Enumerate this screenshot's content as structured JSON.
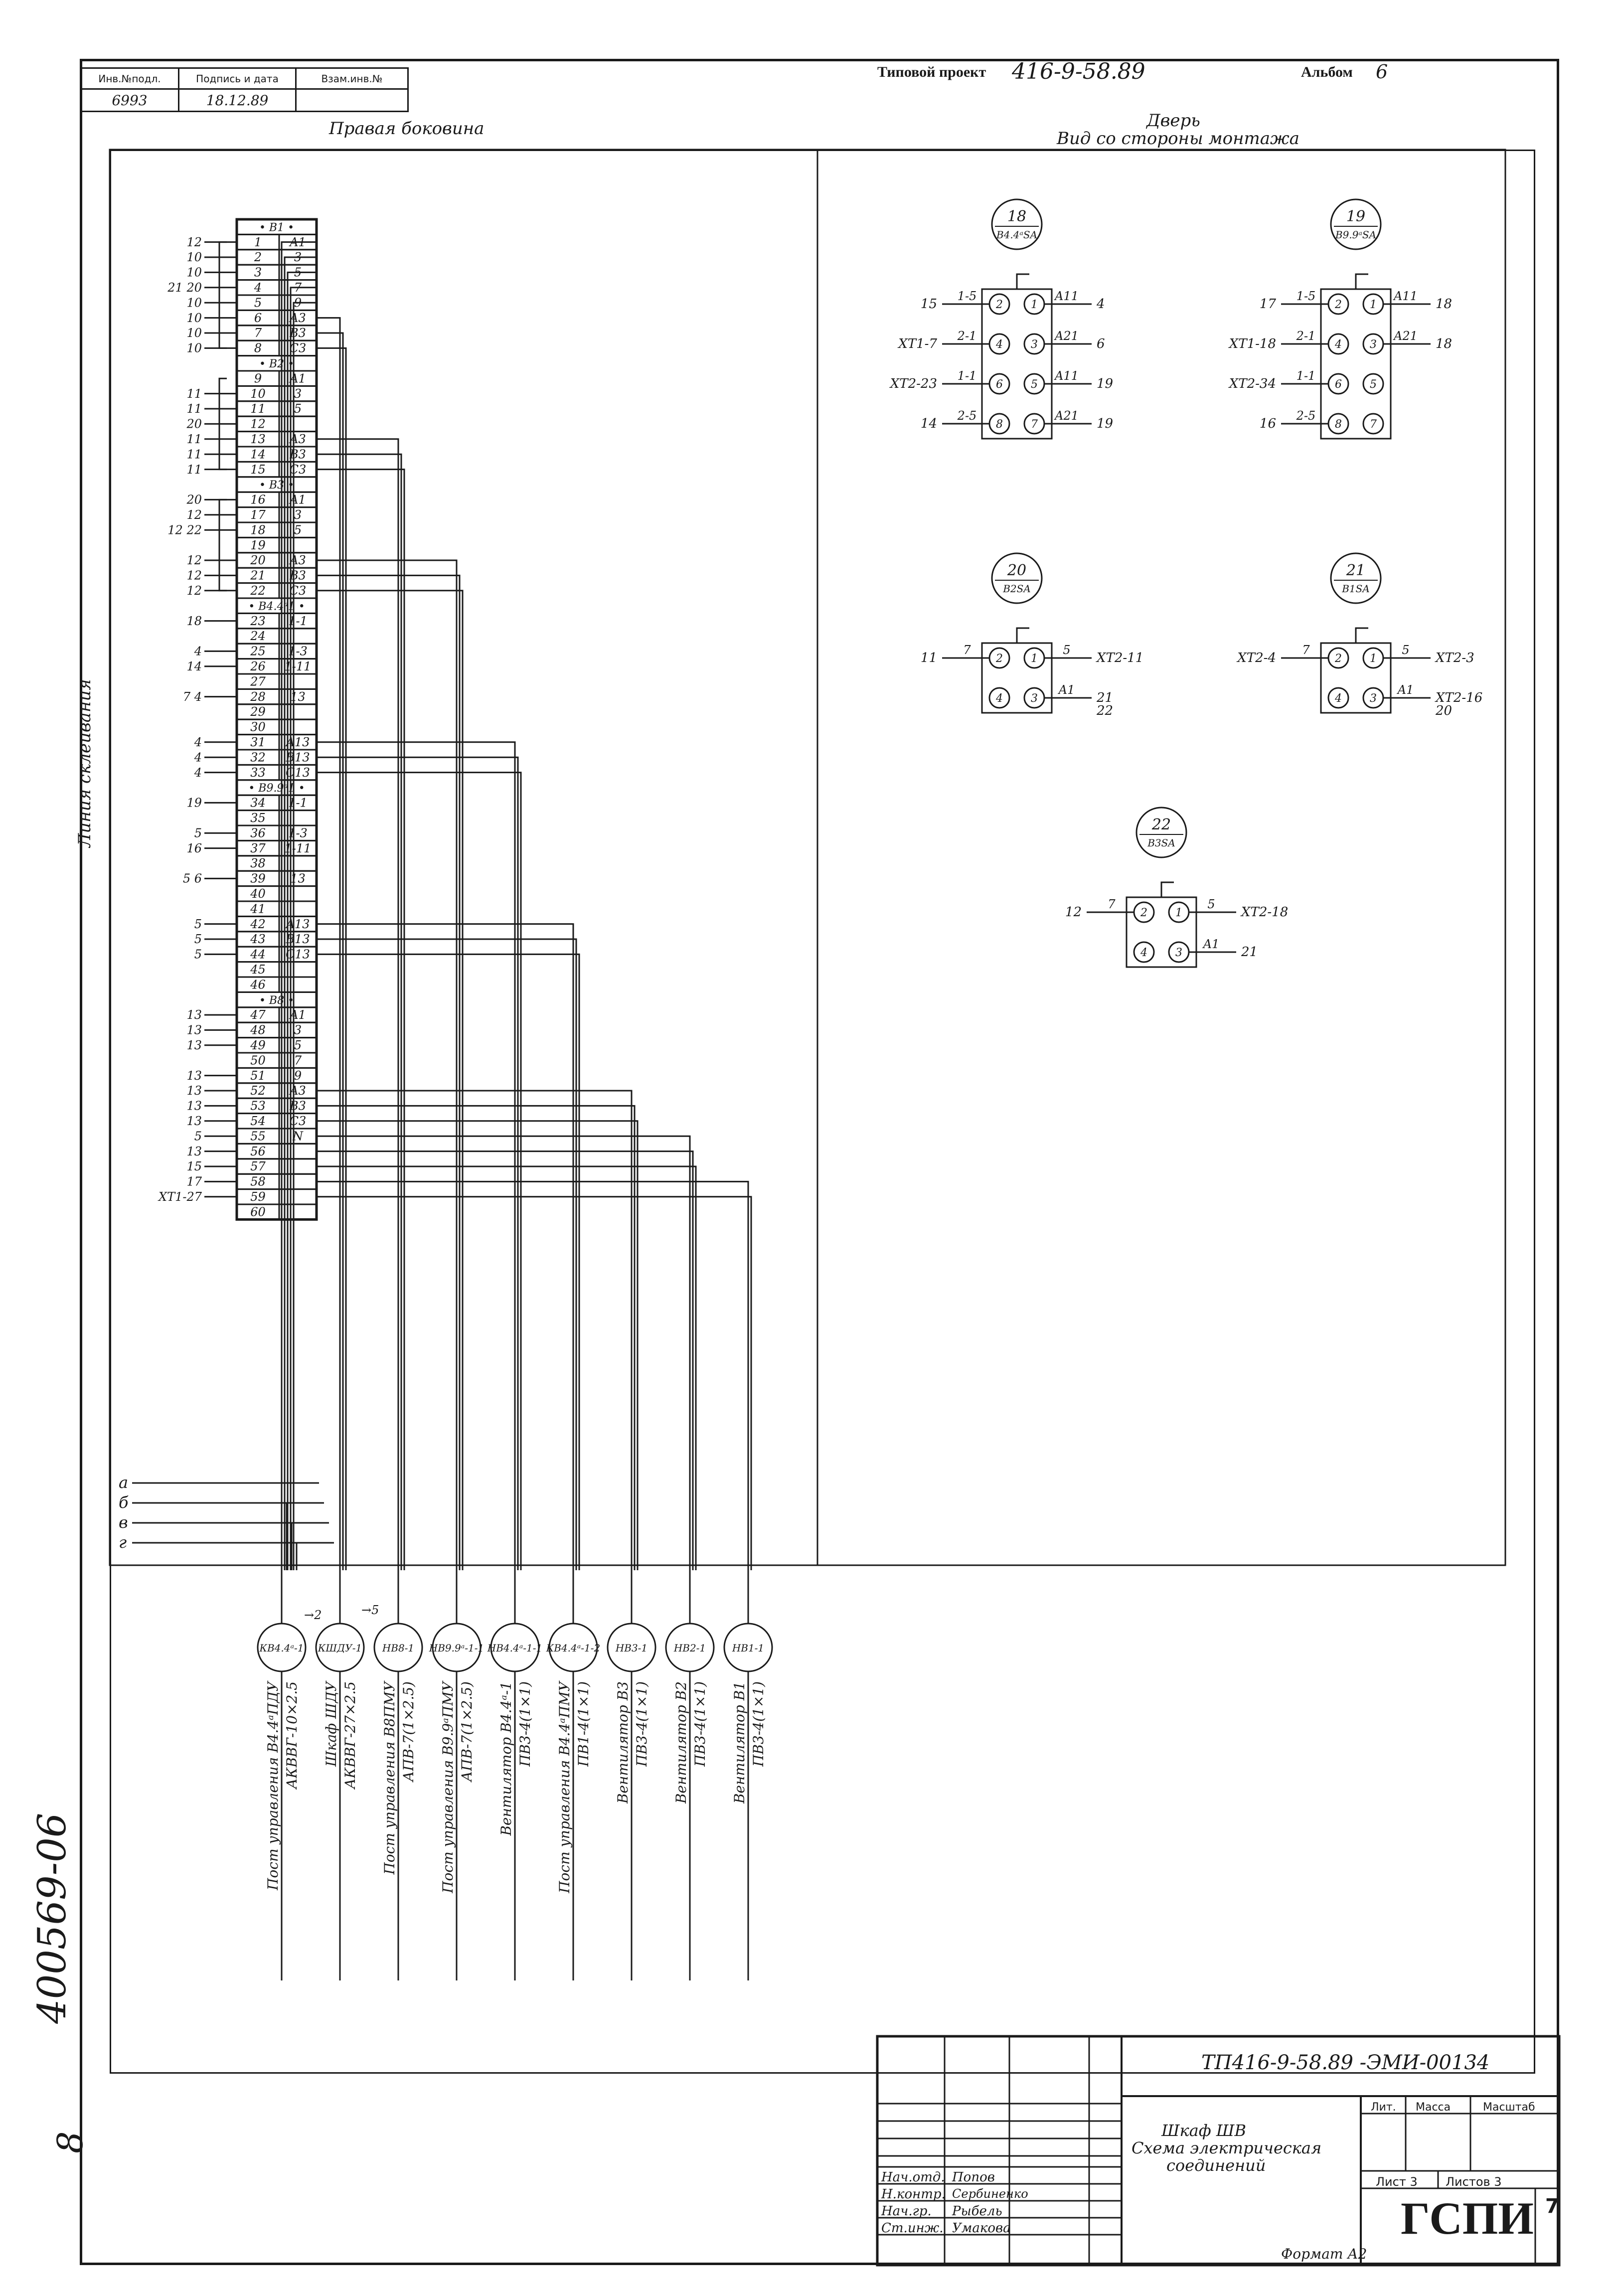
{
  "header": {
    "stamp_headers": [
      "Инв.№подл.",
      "Подпись и дата",
      "Взам.инв.№"
    ],
    "inv_no": "6993",
    "date": "18.12.89",
    "project_label": "Типовой проект",
    "project_no": "416-9-58.89",
    "album_label": "Альбом",
    "album_no": "6"
  },
  "panels": {
    "left_title": "Правая боковина",
    "right_title_1": "Дверь",
    "right_title_2": "Вид со стороны монтажа",
    "side_label": "Линия склеивания"
  },
  "terminal_block": {
    "group_headers": [
      {
        "before_row": 1,
        "label": "• B1 •"
      },
      {
        "before_row": 9,
        "label": "• B2 •"
      },
      {
        "before_row": 16,
        "label": "• B3 •"
      },
      {
        "before_row": 23,
        "label": "• B4.4ᵃ1 •"
      },
      {
        "before_row": 34,
        "label": "• B9.9ᵃ1 •"
      },
      {
        "before_row": 47,
        "label": "• B8 •"
      }
    ],
    "rows": [
      {
        "n": "1",
        "a": "A1",
        "l": "12"
      },
      {
        "n": "2",
        "a": "3",
        "l": "10"
      },
      {
        "n": "3",
        "a": "5",
        "l": "10"
      },
      {
        "n": "4",
        "a": "7",
        "l": "21 20"
      },
      {
        "n": "5",
        "a": "9",
        "l": "10"
      },
      {
        "n": "6",
        "a": "A3",
        "l": "10"
      },
      {
        "n": "7",
        "a": "B3",
        "l": "10"
      },
      {
        "n": "8",
        "a": "C3",
        "l": "10"
      },
      {
        "n": "9",
        "a": "A1",
        "l": ""
      },
      {
        "n": "10",
        "a": "3",
        "l": "11"
      },
      {
        "n": "11",
        "a": "5",
        "l": "11"
      },
      {
        "n": "12",
        "a": "",
        "l": "20"
      },
      {
        "n": "13",
        "a": "A3",
        "l": "11"
      },
      {
        "n": "14",
        "a": "B3",
        "l": "11"
      },
      {
        "n": "15",
        "a": "C3",
        "l": "11"
      },
      {
        "n": "16",
        "a": "A1",
        "l": "20"
      },
      {
        "n": "17",
        "a": "3",
        "l": "12"
      },
      {
        "n": "18",
        "a": "5",
        "l": "12 22"
      },
      {
        "n": "19",
        "a": "",
        "l": ""
      },
      {
        "n": "20",
        "a": "A3",
        "l": "12"
      },
      {
        "n": "21",
        "a": "B3",
        "l": "12"
      },
      {
        "n": "22",
        "a": "C3",
        "l": "12"
      },
      {
        "n": "23",
        "a": "1-1",
        "l": "18"
      },
      {
        "n": "24",
        "a": "",
        "l": ""
      },
      {
        "n": "25",
        "a": "1-3",
        "l": "4"
      },
      {
        "n": "26",
        "a": "1-11",
        "l": "14"
      },
      {
        "n": "27",
        "a": "",
        "l": ""
      },
      {
        "n": "28",
        "a": "13",
        "l": "7 4"
      },
      {
        "n": "29",
        "a": "",
        "l": ""
      },
      {
        "n": "30",
        "a": "",
        "l": ""
      },
      {
        "n": "31",
        "a": "A13",
        "l": "4"
      },
      {
        "n": "32",
        "a": "B13",
        "l": "4"
      },
      {
        "n": "33",
        "a": "C13",
        "l": "4"
      },
      {
        "n": "34",
        "a": "1-1",
        "l": "19"
      },
      {
        "n": "35",
        "a": "",
        "l": ""
      },
      {
        "n": "36",
        "a": "1-3",
        "l": "5"
      },
      {
        "n": "37",
        "a": "1-11",
        "l": "16"
      },
      {
        "n": "38",
        "a": "",
        "l": ""
      },
      {
        "n": "39",
        "a": "13",
        "l": "5 6"
      },
      {
        "n": "40",
        "a": "",
        "l": ""
      },
      {
        "n": "41",
        "a": "",
        "l": ""
      },
      {
        "n": "42",
        "a": "A13",
        "l": "5"
      },
      {
        "n": "43",
        "a": "B13",
        "l": "5"
      },
      {
        "n": "44",
        "a": "C13",
        "l": "5"
      },
      {
        "n": "45",
        "a": "",
        "l": ""
      },
      {
        "n": "46",
        "a": "",
        "l": ""
      },
      {
        "n": "47",
        "a": "A1",
        "l": "13"
      },
      {
        "n": "48",
        "a": "3",
        "l": "13"
      },
      {
        "n": "49",
        "a": "5",
        "l": "13"
      },
      {
        "n": "50",
        "a": "7",
        "l": ""
      },
      {
        "n": "51",
        "a": "9",
        "l": "13"
      },
      {
        "n": "52",
        "a": "A3",
        "l": "13"
      },
      {
        "n": "53",
        "a": "B3",
        "l": "13"
      },
      {
        "n": "54",
        "a": "C3",
        "l": "13"
      },
      {
        "n": "55",
        "a": "N",
        "l": "5"
      },
      {
        "n": "56",
        "a": "",
        "l": "13"
      },
      {
        "n": "57",
        "a": "",
        "l": "15"
      },
      {
        "n": "58",
        "a": "",
        "l": "17"
      },
      {
        "n": "59",
        "a": "",
        "l": "XT1-27"
      },
      {
        "n": "60",
        "a": "",
        "l": ""
      }
    ]
  },
  "buses": [
    "а",
    "б",
    "в",
    "г"
  ],
  "bus_marks": [
    "2",
    "5"
  ],
  "switches": [
    {
      "tag": "18",
      "dev": "B4.4ᵃSA",
      "left": [
        [
          "15",
          "1-5"
        ],
        [
          "XT1-7",
          "2-1"
        ],
        [
          "XT2-23",
          "1-1"
        ],
        [
          "14",
          "2-5"
        ]
      ],
      "right": [
        [
          "A11",
          "4"
        ],
        [
          "A21",
          "6"
        ],
        [
          "A11",
          "19"
        ],
        [
          "A21",
          "19"
        ]
      ],
      "contacts": [
        [
          "2",
          "1"
        ],
        [
          "4",
          "3"
        ],
        [
          "6",
          "5"
        ],
        [
          "8",
          "7"
        ]
      ]
    },
    {
      "tag": "19",
      "dev": "B9.9ᵃSA",
      "left": [
        [
          "17",
          "1-5"
        ],
        [
          "XT1-18",
          "2-1"
        ],
        [
          "XT2-34",
          "1-1"
        ],
        [
          "16",
          "2-5"
        ]
      ],
      "right": [
        [
          "A11",
          "18"
        ],
        [
          "A21",
          "18"
        ],
        [
          "",
          ""
        ],
        [
          "",
          ""
        ]
      ],
      "contacts": [
        [
          "2",
          "1"
        ],
        [
          "4",
          "3"
        ],
        [
          "6",
          "5"
        ],
        [
          "8",
          "7"
        ]
      ]
    },
    {
      "tag": "20",
      "dev": "B2SA",
      "left": [
        [
          "11",
          "7"
        ]
      ],
      "right": [
        [
          "5",
          "XT2-11"
        ],
        [
          "A1",
          "21"
        ],
        [
          "",
          "22"
        ]
      ],
      "contacts": [
        [
          "2",
          "1"
        ],
        [
          "4",
          "3"
        ]
      ]
    },
    {
      "tag": "21",
      "dev": "B1SA",
      "left": [
        [
          "XT2-4",
          "7"
        ]
      ],
      "right": [
        [
          "5",
          "XT2-3"
        ],
        [
          "A1",
          "XT2-16"
        ],
        [
          "",
          "20"
        ]
      ],
      "contacts": [
        [
          "2",
          "1"
        ],
        [
          "4",
          "3"
        ]
      ]
    },
    {
      "tag": "22",
      "dev": "B3SA",
      "left": [
        [
          "12",
          "7"
        ]
      ],
      "right": [
        [
          "5",
          "XT2-18"
        ],
        [
          "A1",
          "21"
        ]
      ],
      "contacts": [
        [
          "2",
          "1"
        ],
        [
          "4",
          "3"
        ]
      ]
    }
  ],
  "cables": [
    {
      "tag": "КВ4.4ᵃ-1",
      "line1": "Пост управления В4.4ᵃПДУ",
      "line2": "АКВВГ-10×2.5"
    },
    {
      "tag": "КШДУ-1",
      "line1": "Шкаф ШДУ",
      "line2": "АКВВГ-27×2.5"
    },
    {
      "tag": "НВ8-1",
      "line1": "Пост управления В8ПМУ",
      "line2": "АПВ-7(1×2.5)"
    },
    {
      "tag": "НВ9.9ᵃ-1-1",
      "line1": "Пост управления В9.9ᵃПМУ",
      "line2": "АПВ-7(1×2.5)"
    },
    {
      "tag": "НВ4.4ᵃ-1-1",
      "line1": "Вентилятор В4.4ᵃ-1",
      "line2": "ПВ3-4(1×1)"
    },
    {
      "tag": "КВ4.4ᵃ-1-2",
      "line1": "Пост управления В4.4ᵃПМУ",
      "line2": "ПВ1-4(1×1)"
    },
    {
      "tag": "НВ3-1",
      "line1": "Вентилятор В3",
      "line2": "ПВ3-4(1×1)"
    },
    {
      "tag": "НВ2-1",
      "line1": "Вентилятор В2",
      "line2": "ПВ3-4(1×1)"
    },
    {
      "tag": "НВ1-1",
      "line1": "Вентилятор В1",
      "line2": "ПВ3-4(1×1)"
    }
  ],
  "side_number": "400569-06",
  "side_number_suffix": "8",
  "title_block": {
    "doc_code": "ТП416-9-58.89 -ЭМИ-00134",
    "description": [
      "Шкаф ШВ",
      "Схема электрическая",
      "соединений"
    ],
    "cols": [
      "Лит.",
      "Масса",
      "Масштаб"
    ],
    "sheet_label": "Лист 3",
    "sheets_label": "Листов 3",
    "org": "ГСПИ",
    "signers": [
      {
        "role": "Нач.отд.",
        "name": "Попов"
      },
      {
        "role": "Н.контр.",
        "name": "Сербиненко"
      },
      {
        "role": "Нач.гр.",
        "name": "Рыбель"
      },
      {
        "role": "Ст.инж.",
        "name": "Умакова"
      }
    ],
    "format": "Формат А2",
    "corner_no": "7"
  }
}
